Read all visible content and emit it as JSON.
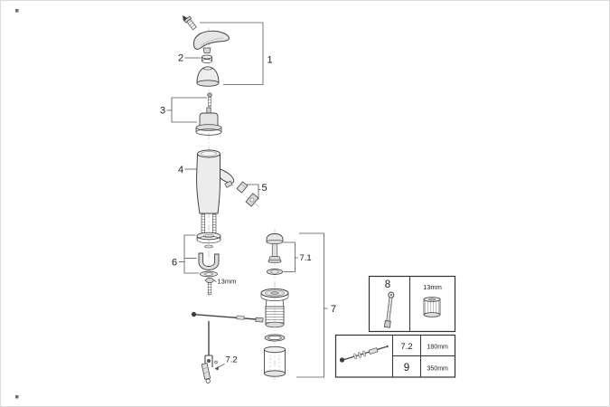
{
  "diagram": {
    "part_labels": {
      "p1": "1",
      "p2": "2",
      "p3": "3",
      "p4": "4",
      "p5": "5",
      "p6": "6",
      "p7": "7",
      "p7_1": "7.1",
      "p7_2": "7.2"
    },
    "annotations": {
      "wrench_size": "13mm"
    },
    "tool_box": {
      "part_no": "8",
      "socket_size": "13mm"
    },
    "size_table": {
      "rows": [
        {
          "part": "7.2",
          "length": "180mm"
        },
        {
          "part": "9",
          "length": "350mm"
        }
      ]
    }
  }
}
